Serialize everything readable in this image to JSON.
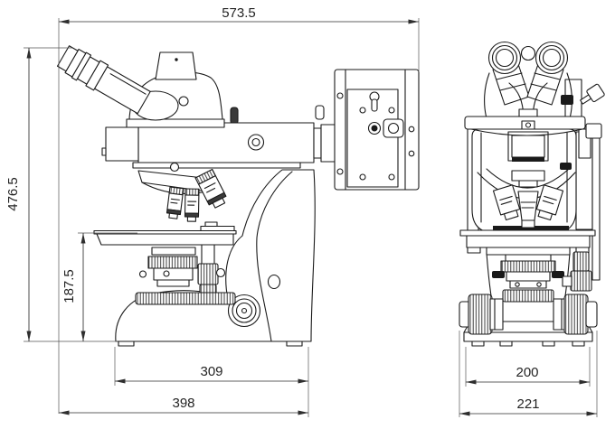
{
  "drawing": {
    "colors": {
      "background": "#ffffff",
      "line": "#1a1a1a",
      "dimension": "#2e2e2e"
    },
    "dimensions": {
      "overall_depth": "573.5",
      "overall_height": "476.5",
      "stage_height": "187.5",
      "base_depth": "309",
      "total_depth": "398",
      "base_width": "200",
      "total_width": "221"
    }
  }
}
